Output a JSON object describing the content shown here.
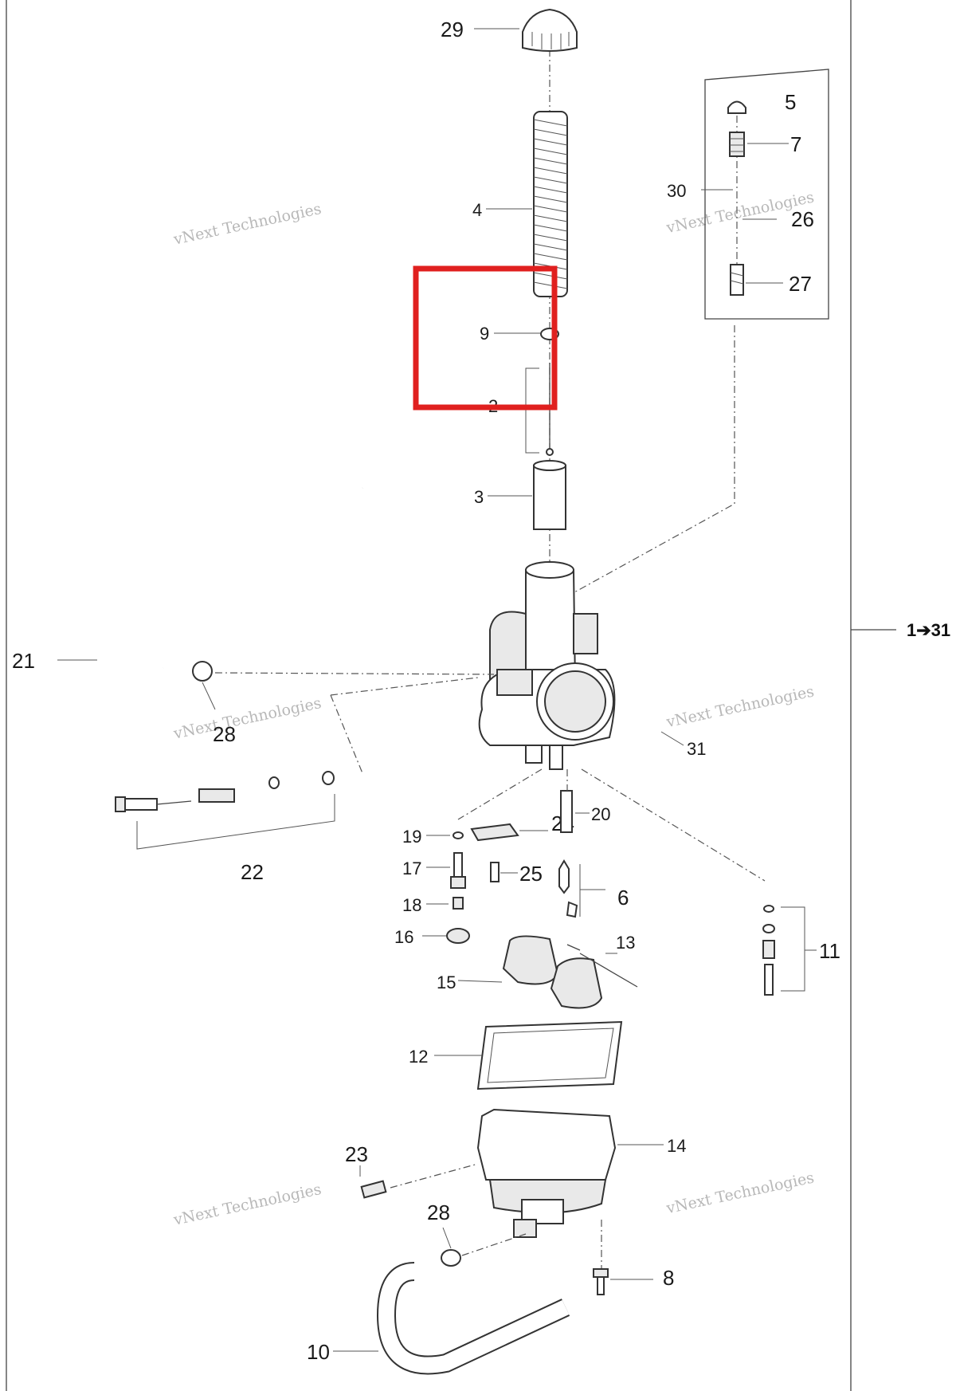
{
  "diagram": {
    "callouts": {
      "c1": "29",
      "c2": "5",
      "c3": "7",
      "c4": "30",
      "c5": "26",
      "c6": "27",
      "c7": "4",
      "c8": "9",
      "c9": "2",
      "c10": "3",
      "c11": "21",
      "c12": "28",
      "c13": "22",
      "c14": "31",
      "c15": "19",
      "c16": "24",
      "c17": "20",
      "c18": "17",
      "c19": "25",
      "c20": "6",
      "c21": "18",
      "c22": "16",
      "c23": "13",
      "c24": "11",
      "c25": "15",
      "c26": "12",
      "c27": "14",
      "c28": "23",
      "c29": "28",
      "c30": "8",
      "c31": "10"
    },
    "reference": "1➔31",
    "watermark_line1": "vNext Technologies",
    "watermark_line2": "vNext Technologies",
    "highlight_color": "#e0201f"
  }
}
